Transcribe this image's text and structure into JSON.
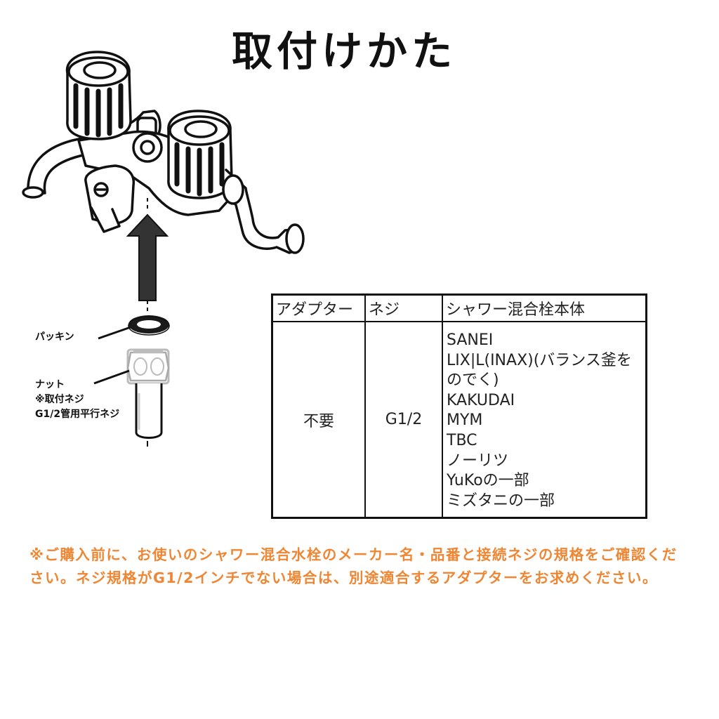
{
  "title": "取付けかた",
  "labels": {
    "packing": "パッキン",
    "nut": "ナット",
    "nut_note1": "※取付ネジ",
    "nut_note2": "G1/2管用平行ネジ"
  },
  "table": {
    "headers": [
      "アダプター",
      "ネジ",
      "シャワー混合栓本体"
    ],
    "adapter": "不要",
    "thread": "G1/2",
    "brands": [
      "SANEI",
      "LIX|L(INAX)(バランス釜を",
      "のでく)",
      "KAKUDAI",
      "MYM",
      "TBC",
      "ノーリツ",
      "YuKoの一部",
      "ミズタニの一部"
    ]
  },
  "notice": "※ご購入前に、お使いのシャワー混合水栓のメーカー名・品番と接続ネジの規格をご確認ください。ネジ規格がG1/2インチでない場合は、別途適合するアダプターをお求めください。",
  "colors": {
    "notice": "#ee8633",
    "ink": "#111111"
  },
  "icons": {
    "faucet": "faucet-illustration",
    "arrow": "arrow-up-icon",
    "packing": "packing-ring-icon",
    "nut": "hose-nut-icon"
  }
}
